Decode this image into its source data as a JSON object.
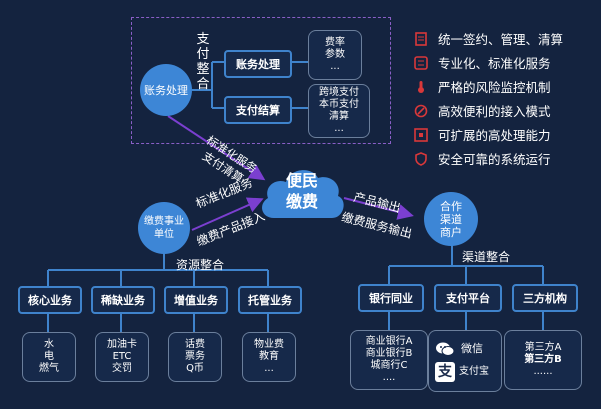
{
  "top": {
    "center_node": "账务处理",
    "integration_label": "支付整合",
    "boxes": [
      {
        "label": "账务处理",
        "items": [
          "费率",
          "参数",
          "..."
        ]
      },
      {
        "label": "支付结算",
        "items": [
          "跨境支付",
          "本币支付",
          "清算",
          "..."
        ]
      }
    ]
  },
  "features": [
    {
      "icon": "document-icon",
      "text": "统一签约、管理、清算"
    },
    {
      "icon": "list-icon",
      "text": "专业化、标准化服务"
    },
    {
      "icon": "thermometer-icon",
      "text": "严格的风险监控机制"
    },
    {
      "icon": "link-icon",
      "text": "高效便利的接入模式"
    },
    {
      "icon": "expand-icon",
      "text": "可扩展的高处理能力"
    },
    {
      "icon": "shield-icon",
      "text": "安全可靠的系统运行"
    }
  ],
  "cloud": {
    "line1": "便民",
    "line2": "缴费"
  },
  "diag_labels": {
    "top": "标准化服务",
    "bottom": "支付清算"
  },
  "left_node": {
    "line1": "缴费事业",
    "line2": "单位",
    "arrow_top": "标准化服务",
    "arrow_bottom": "缴费产品接入",
    "section": "资源整合"
  },
  "right_node": {
    "line1": "合作",
    "line2": "渠道",
    "line3": "商户",
    "arrow_top": "产品输出",
    "arrow_bottom": "缴费服务输出",
    "section": "渠道整合"
  },
  "left_categories": [
    {
      "label": "核心业务",
      "items": [
        "水",
        "电",
        "燃气"
      ]
    },
    {
      "label": "稀缺业务",
      "items": [
        "加油卡",
        "ETC",
        "交罚"
      ]
    },
    {
      "label": "增值业务",
      "items": [
        "话费",
        "票务",
        "Q币"
      ]
    },
    {
      "label": "托管业务",
      "items": [
        "物业费",
        "教育",
        "..."
      ]
    }
  ],
  "right_categories": [
    {
      "label": "银行同业",
      "items": [
        "商业银行A",
        "商业银行B",
        "城商行C",
        "...."
      ]
    },
    {
      "label": "支付平台",
      "items": [
        "微信",
        "支付宝"
      ]
    },
    {
      "label": "三方机构",
      "items": [
        "第三方A",
        "第三方B",
        "......"
      ]
    }
  ],
  "colors": {
    "background": "#14233f",
    "node": "#3d86d6",
    "box_border": "#3f83cc",
    "arrow": "#7b3fd0",
    "dashed": "#8a5fc7",
    "icon": "#d9383a"
  }
}
